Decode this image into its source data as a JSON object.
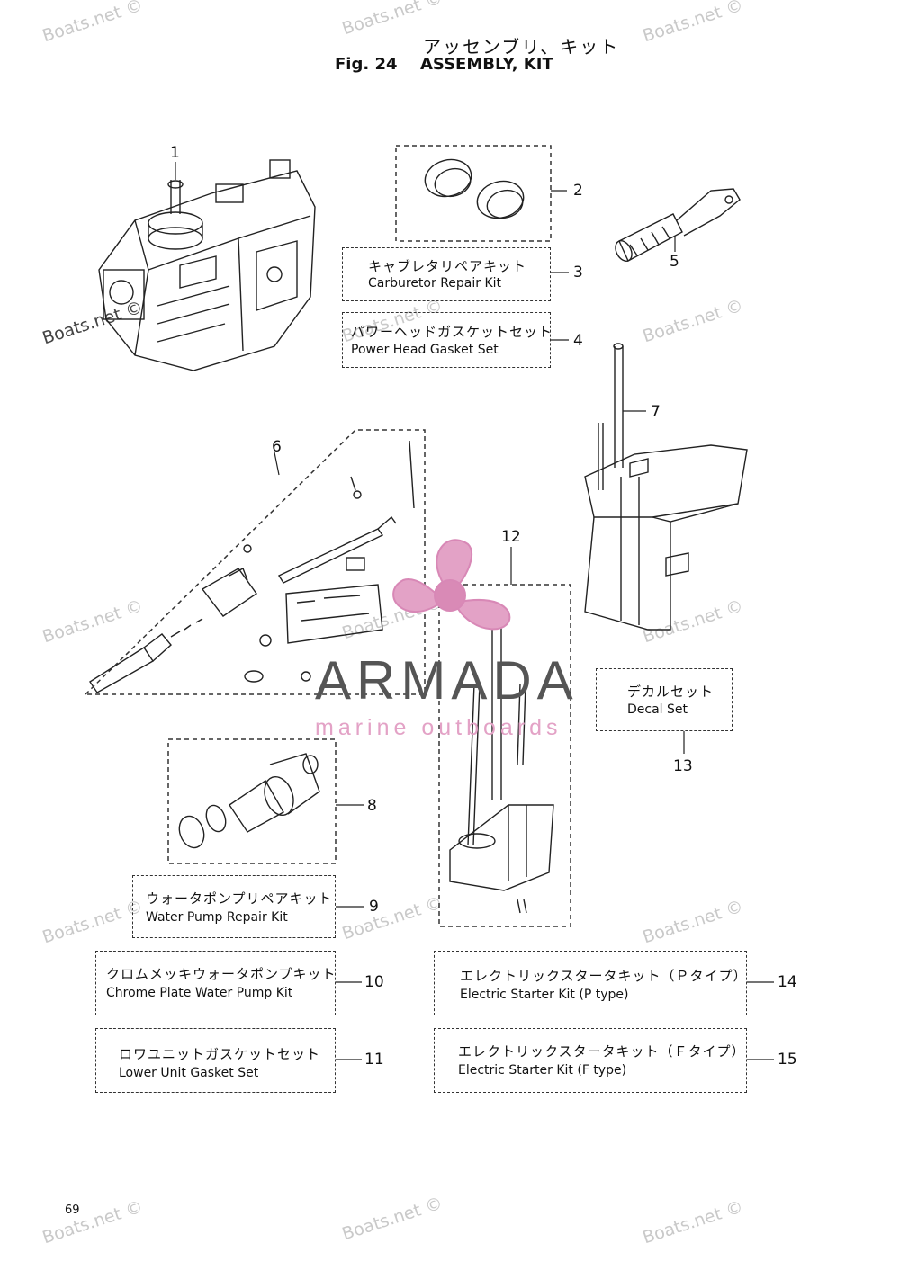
{
  "header": {
    "title_jp": "アッセンブリ、キット",
    "fig_label": "Fig. 24",
    "title_en": "ASSEMBLY, KIT"
  },
  "callouts": [
    "1",
    "2",
    "3",
    "4",
    "5",
    "6",
    "7",
    "8",
    "9",
    "10",
    "11",
    "12",
    "13",
    "14",
    "15"
  ],
  "kits": {
    "kit3": {
      "jp": "キャブレタリペアキット",
      "en": "Carburetor Repair Kit"
    },
    "kit4": {
      "jp": "パワーヘッドガスケットセット",
      "en": "Power Head Gasket Set"
    },
    "kit9": {
      "jp": "ウォータポンプリペアキット",
      "en": "Water Pump Repair Kit"
    },
    "kit10": {
      "jp": "クロムメッキウォータポンプキット",
      "en": "Chrome Plate Water Pump Kit"
    },
    "kit11": {
      "jp": "ロワユニットガスケットセット",
      "en": "Lower Unit Gasket Set"
    },
    "kit13": {
      "jp": "デカルセット",
      "en": "Decal Set"
    },
    "kit14": {
      "jp": "エレクトリックスタータキット（Ｐタイプ）",
      "en": "Electric Starter Kit (P type)"
    },
    "kit15": {
      "jp": "エレクトリックスタータキット（Ｆタイプ）",
      "en": "Electric Starter Kit (F type)"
    }
  },
  "watermark": {
    "text": "Boats.net ©"
  },
  "logo": {
    "name": "ARMADA",
    "tagline": "marine outboards",
    "accent_color": "#e3a2c6"
  },
  "page_number": "69"
}
